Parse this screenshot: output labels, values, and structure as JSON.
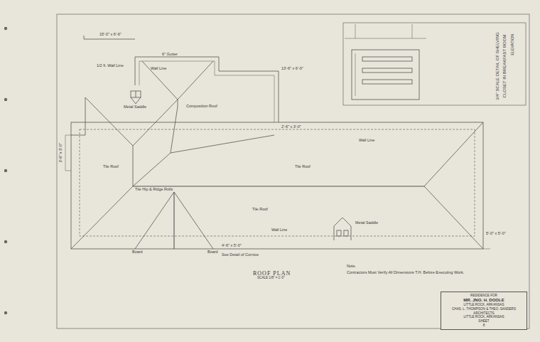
{
  "diagram": {
    "nodes": [
      {
        "text": [
          "RESIDENCE FOR",
          "MR. JNO. H. DOOLE",
          "LITTLE ROCK, ARKANSAS",
          "CHAS. L. THOMPSON & THEO. SANDERS",
          "ARCHITECTS",
          "LITTLE ROCK, ARKANSAS",
          "SHEET",
          "8"
        ]
      }
    ],
    "labels": [
      "15'-0\" x 6'-6\"",
      "1/2 ft. Wall Line",
      "6\" Gutter",
      "Wall Line",
      "Metal Saddle",
      "Composition Roof",
      "13'-6\" x 6'-0\"",
      "2'-6\" x 3'-0\"",
      "3'-6\" x 5'-0\"",
      "Tile Roof",
      "Tile Roof",
      "Wall Line",
      "Tile Hip & Ridge Rolls",
      "Tile Roof",
      "Metal Saddle",
      "Wall Line",
      "Board",
      "Board",
      "4'-6\" x 5'-0\"",
      "See Detail of Cornice",
      "5'-0\" x 5'-0\"",
      "ROOF PLAN",
      "SCALE 1/8\" = 1'-0\"",
      "Note.",
      "Contractors Must Verify All Dimensions T.H. Before Executing Work.",
      "3/4\" SCALE DETAIL OF SHELVING",
      "CLOSET IN BREAKFAST ROOM",
      "ELEVATION"
    ]
  }
}
